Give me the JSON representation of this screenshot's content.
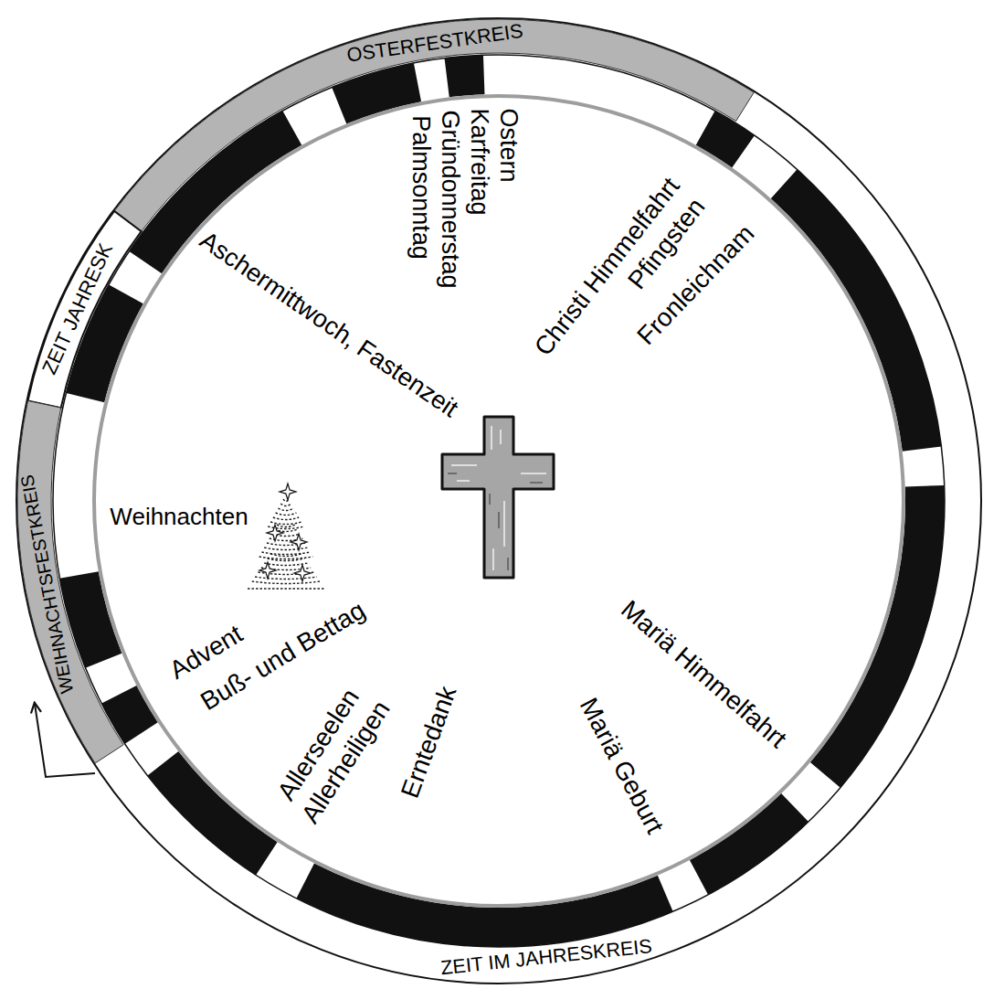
{
  "diagram": {
    "nodes": [
      {
        "text": [
          "OSTERFESTKREIS"
        ]
      },
      {
        "text": [
          "ZEIT JAHRESK"
        ]
      },
      {
        "text": [
          "WEIHNACHTSFESTKREIS"
        ]
      },
      {
        "text": [
          "Weihnachten",
          "Advent"
        ]
      }
    ],
    "labels": [
      "Ostern",
      "Karfreitag",
      "Gründonnerstag",
      "Palmsonntag",
      "Christi Himmelfahrt",
      "Pfingsten",
      "Fronleichnam",
      "Aschermittwoch, Fastenzeit",
      "Buß- und Bettag",
      "Allerseelen",
      "Allerheiligen",
      "Erntedank",
      "Mariä Geburt",
      "Mariä Himmelfahrt",
      "ZEIT IM JAHRESKREIS"
    ]
  }
}
